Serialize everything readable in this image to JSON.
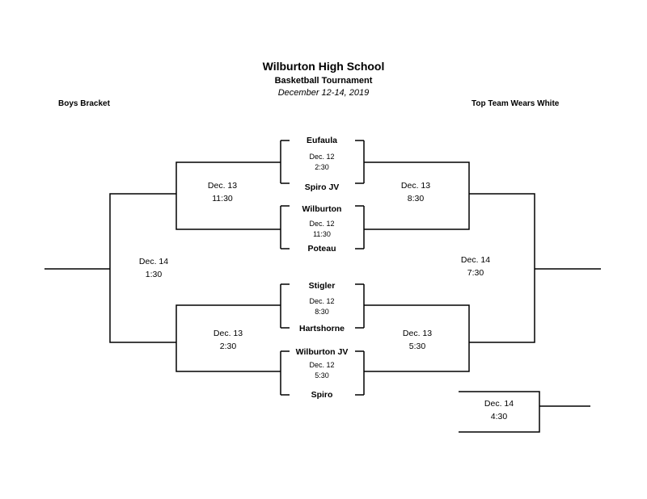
{
  "header": {
    "title": "Wilburton High School",
    "subtitle": "Basketball Tournament",
    "dates": "December 12-14, 2019"
  },
  "left_label": "Boys Bracket",
  "right_label": "Top Team Wears White",
  "teams": {
    "eufaula": "Eufaula",
    "spiro_jv": "Spiro JV",
    "wilburton": "Wilburton",
    "poteau": "Poteau",
    "stigler": "Stigler",
    "hartshorne": "Hartshorne",
    "wilburton_jv": "Wilburton JV",
    "spiro": "Spiro"
  },
  "games": {
    "g1": {
      "day": "Dec. 12",
      "time": "2:30"
    },
    "g2": {
      "day": "Dec. 12",
      "time": "11:30"
    },
    "g3": {
      "day": "Dec. 12",
      "time": "8:30"
    },
    "g4": {
      "day": "Dec. 12",
      "time": "5:30"
    },
    "l_top": {
      "day": "Dec. 13",
      "time": "11:30"
    },
    "r_top": {
      "day": "Dec. 13",
      "time": "8:30"
    },
    "l_bot": {
      "day": "Dec. 13",
      "time": "2:30"
    },
    "r_bot": {
      "day": "Dec. 13",
      "time": "5:30"
    },
    "l_final": {
      "day": "Dec. 14",
      "time": "1:30"
    },
    "r_final": {
      "day": "Dec. 14",
      "time": "7:30"
    },
    "extra": {
      "day": "Dec. 14",
      "time": "4:30"
    }
  }
}
